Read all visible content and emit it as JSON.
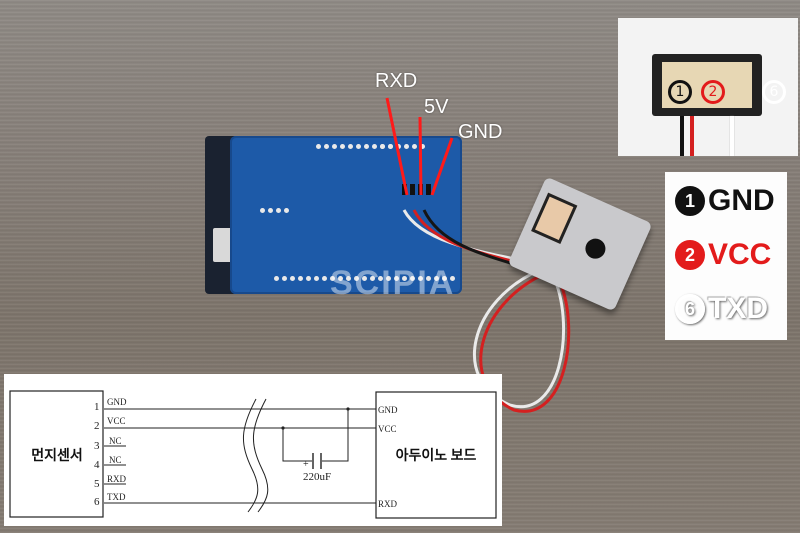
{
  "photo": {
    "arduino_labels": [
      "RXD",
      "5V",
      "GND"
    ],
    "watermark": "SCIPIA"
  },
  "connector_inset": {
    "pins": [
      {
        "num": "1",
        "color": "#111111"
      },
      {
        "num": "2",
        "color": "#e31b1b"
      },
      {
        "num": "6",
        "color": "#ffffff"
      }
    ]
  },
  "pin_legend": [
    {
      "num": "1",
      "name": "GND",
      "color": "#111111"
    },
    {
      "num": "2",
      "name": "VCC",
      "color": "#e31b1b"
    },
    {
      "num": "6",
      "name": "TXD",
      "color": "#ffffff"
    }
  ],
  "schematic": {
    "left_block": "먼지센서",
    "right_block": "아두이노 보드",
    "left_pins": [
      {
        "num": "1",
        "name": "GND"
      },
      {
        "num": "2",
        "name": "VCC"
      },
      {
        "num": "3",
        "name": "NC"
      },
      {
        "num": "4",
        "name": "NC"
      },
      {
        "num": "5",
        "name": "RXD"
      },
      {
        "num": "6",
        "name": "TXD"
      }
    ],
    "right_pins": [
      "GND",
      "VCC",
      "RXD"
    ],
    "capacitor": {
      "label": "220uF",
      "polarity": "+"
    }
  }
}
